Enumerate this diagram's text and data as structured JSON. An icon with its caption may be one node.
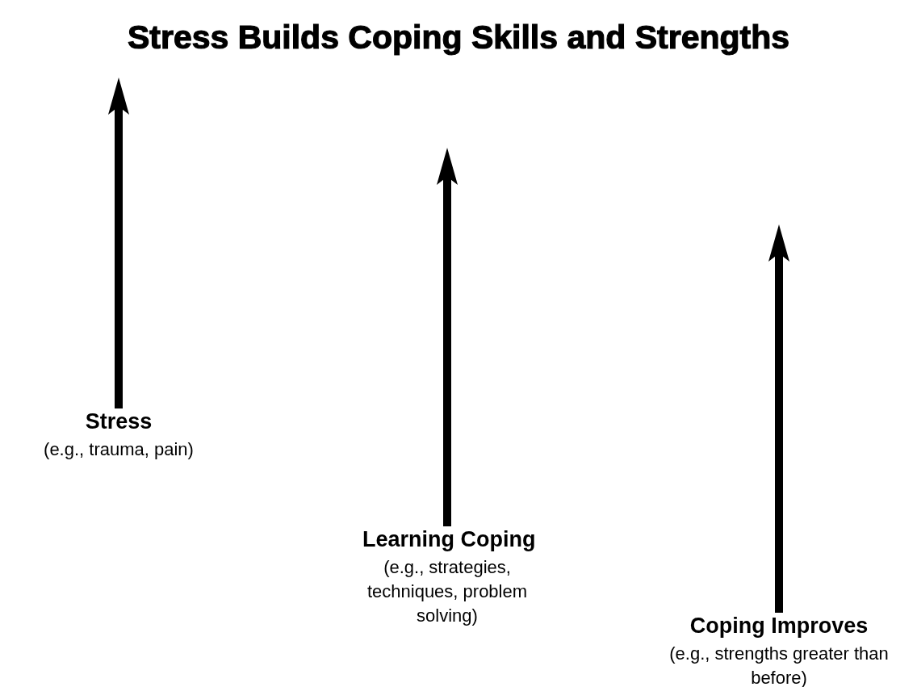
{
  "diagram": {
    "title": "Stress Builds Coping Skills and Strengths",
    "nodes": [
      {
        "text": [
          "Stress",
          "(e.g., trauma, pain)"
        ]
      },
      {
        "text": [
          "Learning Coping",
          "(e.g., strategies, techniques, problem solving)"
        ]
      },
      {
        "text": [
          "Coping Improves",
          "(e.g., strengths greater than before)"
        ]
      }
    ],
    "edges": [
      {
        "from": 0,
        "to": null,
        "arrow": "to"
      },
      {
        "from": 1,
        "to": null,
        "arrow": "to"
      },
      {
        "from": 2,
        "to": null,
        "arrow": "to"
      }
    ]
  }
}
